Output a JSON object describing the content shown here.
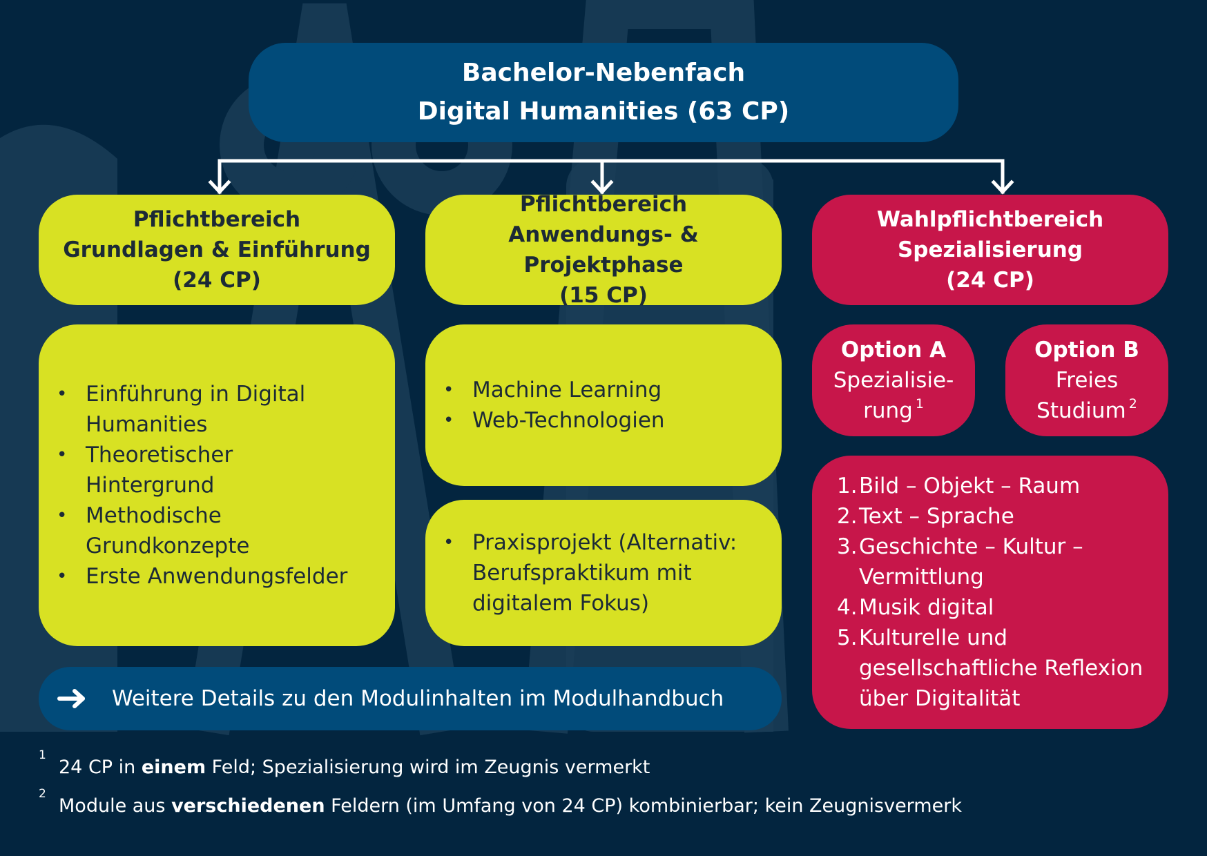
{
  "title": {
    "line1": "Bachelor-Nebenfach",
    "line2": "Digital Humanities (63 CP)"
  },
  "areas": [
    {
      "line1": "Pflichtbereich",
      "line2": "Grundlagen & Einführung",
      "line3": "(24 CP)"
    },
    {
      "line1": "Pflichtbereich",
      "line2": "Anwendungs- & Projektphase",
      "line3": "(15 CP)"
    },
    {
      "line1": "Wahlpflichtbereich",
      "line2": "Spezialisierung",
      "line3": "(24 CP)"
    }
  ],
  "grundlagen_items": [
    "Einführung in Digital Humanities",
    "Theoretischer Hintergrund",
    "Methodische Grundkonzepte",
    "Erste Anwendungsfelder"
  ],
  "anwendung_items": [
    "Machine Learning",
    "Web-Technologien"
  ],
  "projekt_items": [
    "Praxisprojekt (Alternativ: Berufspraktikum mit digitalem Fokus)"
  ],
  "options": [
    {
      "title": "Option A",
      "line1": "Spezialisie-",
      "line2": "rung",
      "mark": "1"
    },
    {
      "title": "Option B",
      "line1": "Freies",
      "line2": "Studium",
      "mark": "2"
    }
  ],
  "fields": [
    {
      "num": "1.",
      "label": "Bild – Objekt – Raum"
    },
    {
      "num": "2.",
      "label": "Text – Sprache"
    },
    {
      "num": "3.",
      "label": "Geschichte – Kultur – Vermittlung"
    },
    {
      "num": "4.",
      "label": "Musik digital"
    },
    {
      "num": "5.",
      "label": "Kulturelle und gesellschaftliche Reflexion über Digitalität"
    }
  ],
  "more_link": "Weitere Details zu den Modulinhalten im Modulhandbuch",
  "footnotes": [
    {
      "mark": "1",
      "pre": "24 CP in ",
      "bold": "einem",
      "post": " Feld; Spezialisierung wird im Zeugnis vermerkt"
    },
    {
      "mark": "2",
      "pre": "Module aus ",
      "bold": "verschiedenen",
      "post": " Feldern (im Umfang von 24 CP) kombinierbar; kein Zeugnisvermerk"
    }
  ],
  "colors": {
    "background": "#03253f",
    "title_box": "#014b7a",
    "pflicht": "#d8e123",
    "wahlpflicht": "#c7164a"
  },
  "icons": {
    "more_link": "arrow-right-icon",
    "background": "faculty-logo-watermark"
  }
}
